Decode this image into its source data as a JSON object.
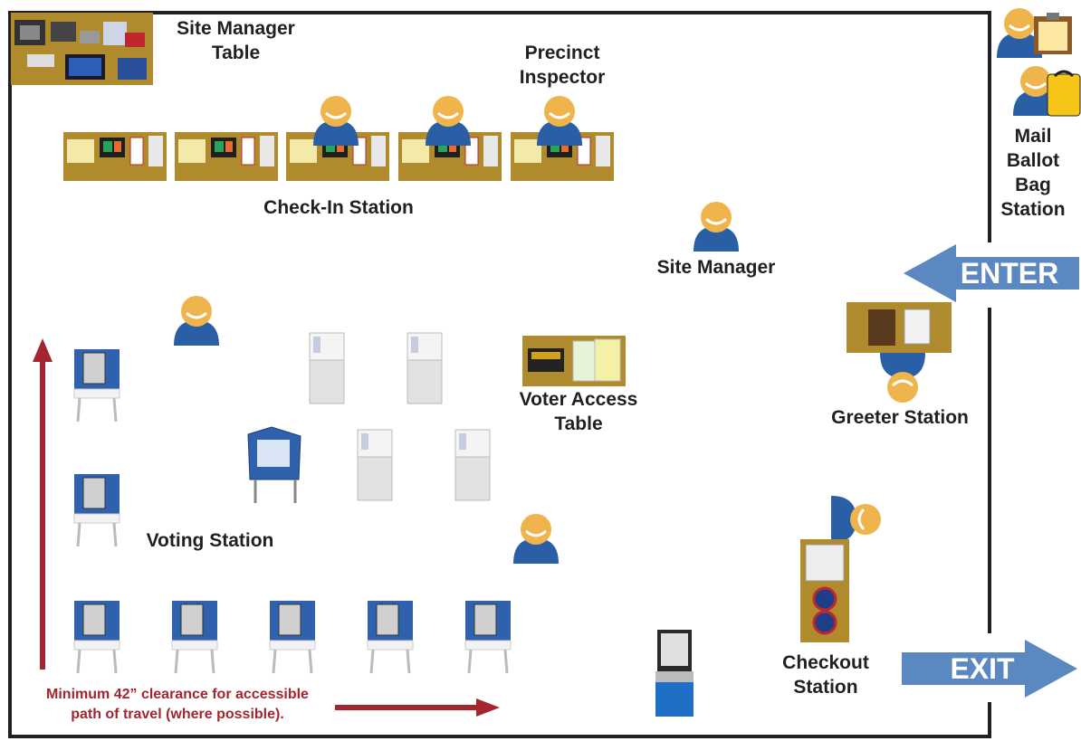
{
  "labels": {
    "site_manager_table": "Site Manager\nTable",
    "precinct_inspector": "Precinct\nInspector",
    "check_in_station": "Check-In Station",
    "site_manager": "Site Manager",
    "mail_ballot_bag_station": "Mail\nBallot\nBag\nStation",
    "voter_access_table": "Voter Access\nTable",
    "greeter_station": "Greeter Station",
    "voting_station": "Voting Station",
    "checkout_station": "Checkout\nStation",
    "clearance_note": "Minimum 42” clearance for accessible\npath of travel (where possible)."
  },
  "arrows": {
    "enter": "ENTER",
    "exit": "EXIT"
  },
  "colors": {
    "station_gold": "#b08b2e",
    "person_blue": "#2a5fa6",
    "face_orange": "#f0b44c",
    "arrow_blue": "#5b88c0",
    "clearance_red": "#a3262f",
    "wall": "#231f20"
  }
}
